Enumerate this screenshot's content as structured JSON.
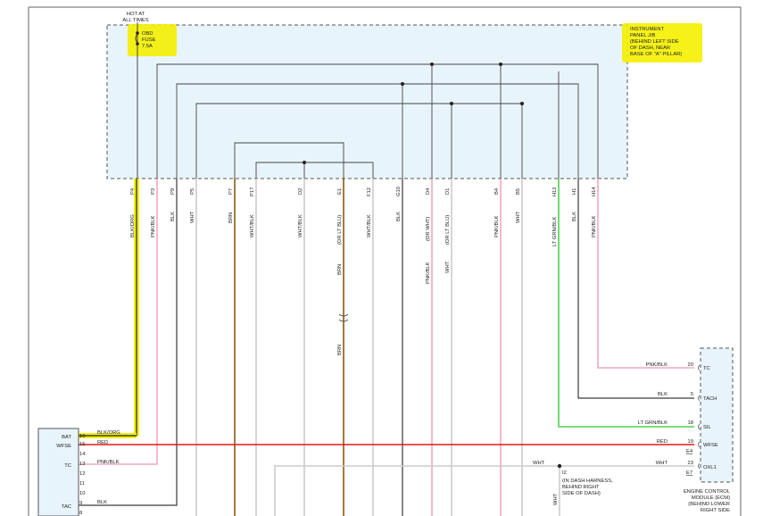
{
  "header": {
    "hot_line1": "HOT AT",
    "hot_line2": "ALL TIMES",
    "fuse_line1": "OBD",
    "fuse_line2": "FUSE",
    "fuse_line3": "7.5A"
  },
  "junction_block": {
    "lines": [
      "INSTRUMENT",
      "PANEL J/B",
      "(BEHIND LEFT SIDE",
      "OF DASH, NEAR",
      "BASE OF \"A\" PILLAR)"
    ]
  },
  "pins": [
    {
      "id": "P4",
      "wire": "BLK/ORG"
    },
    {
      "id": "P3",
      "wire": "PNK/BLK"
    },
    {
      "id": "P9",
      "wire": "BLK"
    },
    {
      "id": "P5",
      "wire": "WHT"
    },
    {
      "id": "P7",
      "wire": "BRN"
    },
    {
      "id": "P17",
      "wire": "WHT/BLK"
    },
    {
      "id": "D2",
      "wire": "WHT/BLK"
    },
    {
      "id": "E1",
      "wire": "(OR LT BLU)"
    },
    {
      "id": "F12",
      "wire": "WHT/BLK"
    },
    {
      "id": "G10",
      "wire": "BLK"
    },
    {
      "id": "D4",
      "wire": "(OR WHT)"
    },
    {
      "id": "D1",
      "wire": "(OR LT BLU)"
    },
    {
      "id": "B4",
      "wire": "PNK/BLK"
    },
    {
      "id": "B5",
      "wire": "WHT"
    },
    {
      "id": "H12",
      "wire": "LT GRN/BLK"
    },
    {
      "id": "H1",
      "wire": "BLK"
    },
    {
      "id": "H14",
      "wire": "PNK/BLK"
    }
  ],
  "mid_labels": {
    "e1_wire": "BRN",
    "e1_wire_lower": "BRN",
    "d4_wire": "PNK/BLK",
    "d1_wire": "WHT"
  },
  "ecm": {
    "rows": [
      {
        "wire": "PNK/BLK",
        "pin": "20",
        "func": "TC"
      },
      {
        "wire": "BLK",
        "pin": "5",
        "func": "TACH"
      },
      {
        "wire": "LT GRN/BLK",
        "pin": "18",
        "func": "SIL"
      },
      {
        "wire": "RED",
        "pin": "19",
        "func": "WFSE"
      },
      {
        "wire": "WHT",
        "pin": "23",
        "func": "OXL1"
      }
    ],
    "connector_e4": "E4",
    "connector_e7": "E7",
    "caption": [
      "ENGINE CONTROL",
      "MODULE (ECM)",
      "(BEHIND LOWER",
      "RIGHT SIDE"
    ]
  },
  "left_connector": {
    "func_labels": {
      "bat": "BAT",
      "wfse": "WFSE",
      "tc": "TC",
      "tac": "TAC"
    },
    "pins": [
      "16",
      "15",
      "14",
      "13",
      "12",
      "11",
      "10",
      "9",
      "8"
    ],
    "wires": {
      "p16": "BLK/ORG",
      "p15": "RED",
      "p13": "PNK/BLK",
      "p9": "BLK"
    }
  },
  "splice": {
    "id": "I2",
    "wire": "WHT",
    "wire_vertical": "WHT",
    "lines": [
      "(IN DASH HARNESS,",
      "BEHIND RIGHT",
      "SIDE OF DASH)"
    ]
  },
  "colors": {
    "pnk": "#f0a8c0",
    "brn": "#8b5a10",
    "red": "#e01818",
    "grn": "#50d050",
    "wht": "#cccccc",
    "blk": "#3a3a3a",
    "highlight": "#f4f000",
    "box_fill": "#e8f4fc"
  }
}
